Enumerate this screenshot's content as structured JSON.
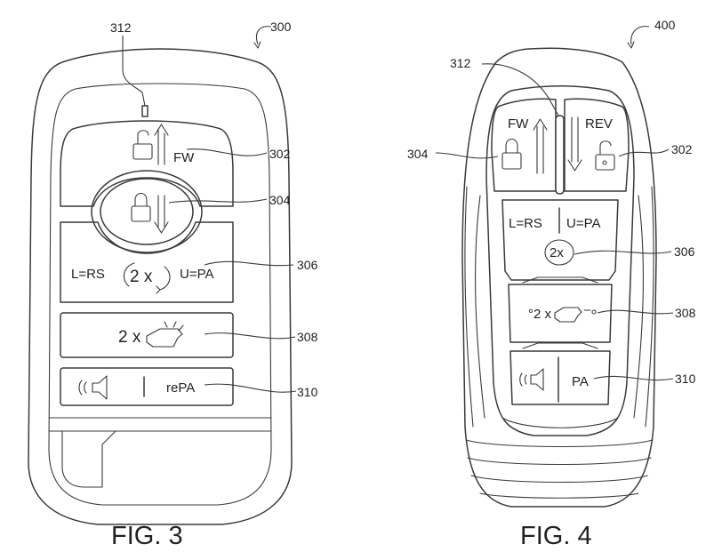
{
  "fig3": {
    "caption": "FIG. 3",
    "ref_device": "300",
    "ref_indicator": "312",
    "ref_unlock": "302",
    "ref_lock": "304",
    "ref_park": "306",
    "ref_remote_start": "308",
    "ref_panic": "310",
    "label_fw": "FW",
    "label_rs": "L=RS",
    "label_pa": "U=PA",
    "label_2x": "2 x",
    "label_2x_start": "2 x",
    "label_repa": "rePA"
  },
  "fig4": {
    "caption": "FIG. 4",
    "ref_device": "400",
    "ref_indicator": "312",
    "ref_unlock": "302",
    "ref_lock": "304",
    "ref_park": "306",
    "ref_remote_start": "308",
    "ref_panic": "310",
    "label_fw": "FW",
    "label_rev": "REV",
    "label_rs": "L=RS",
    "label_pa": "U=PA",
    "label_2x": "2x",
    "label_2x_start": "°2 x",
    "label_pa_btn": "PA"
  },
  "icons": {
    "lock": "padlock-closed-icon",
    "unlock": "padlock-open-icon",
    "arrow_up": "arrow-up-icon",
    "arrow_down": "arrow-down-icon",
    "rotate": "rotate-arrow-icon",
    "car": "car-engine-start-icon",
    "horn": "horn-speaker-icon"
  }
}
